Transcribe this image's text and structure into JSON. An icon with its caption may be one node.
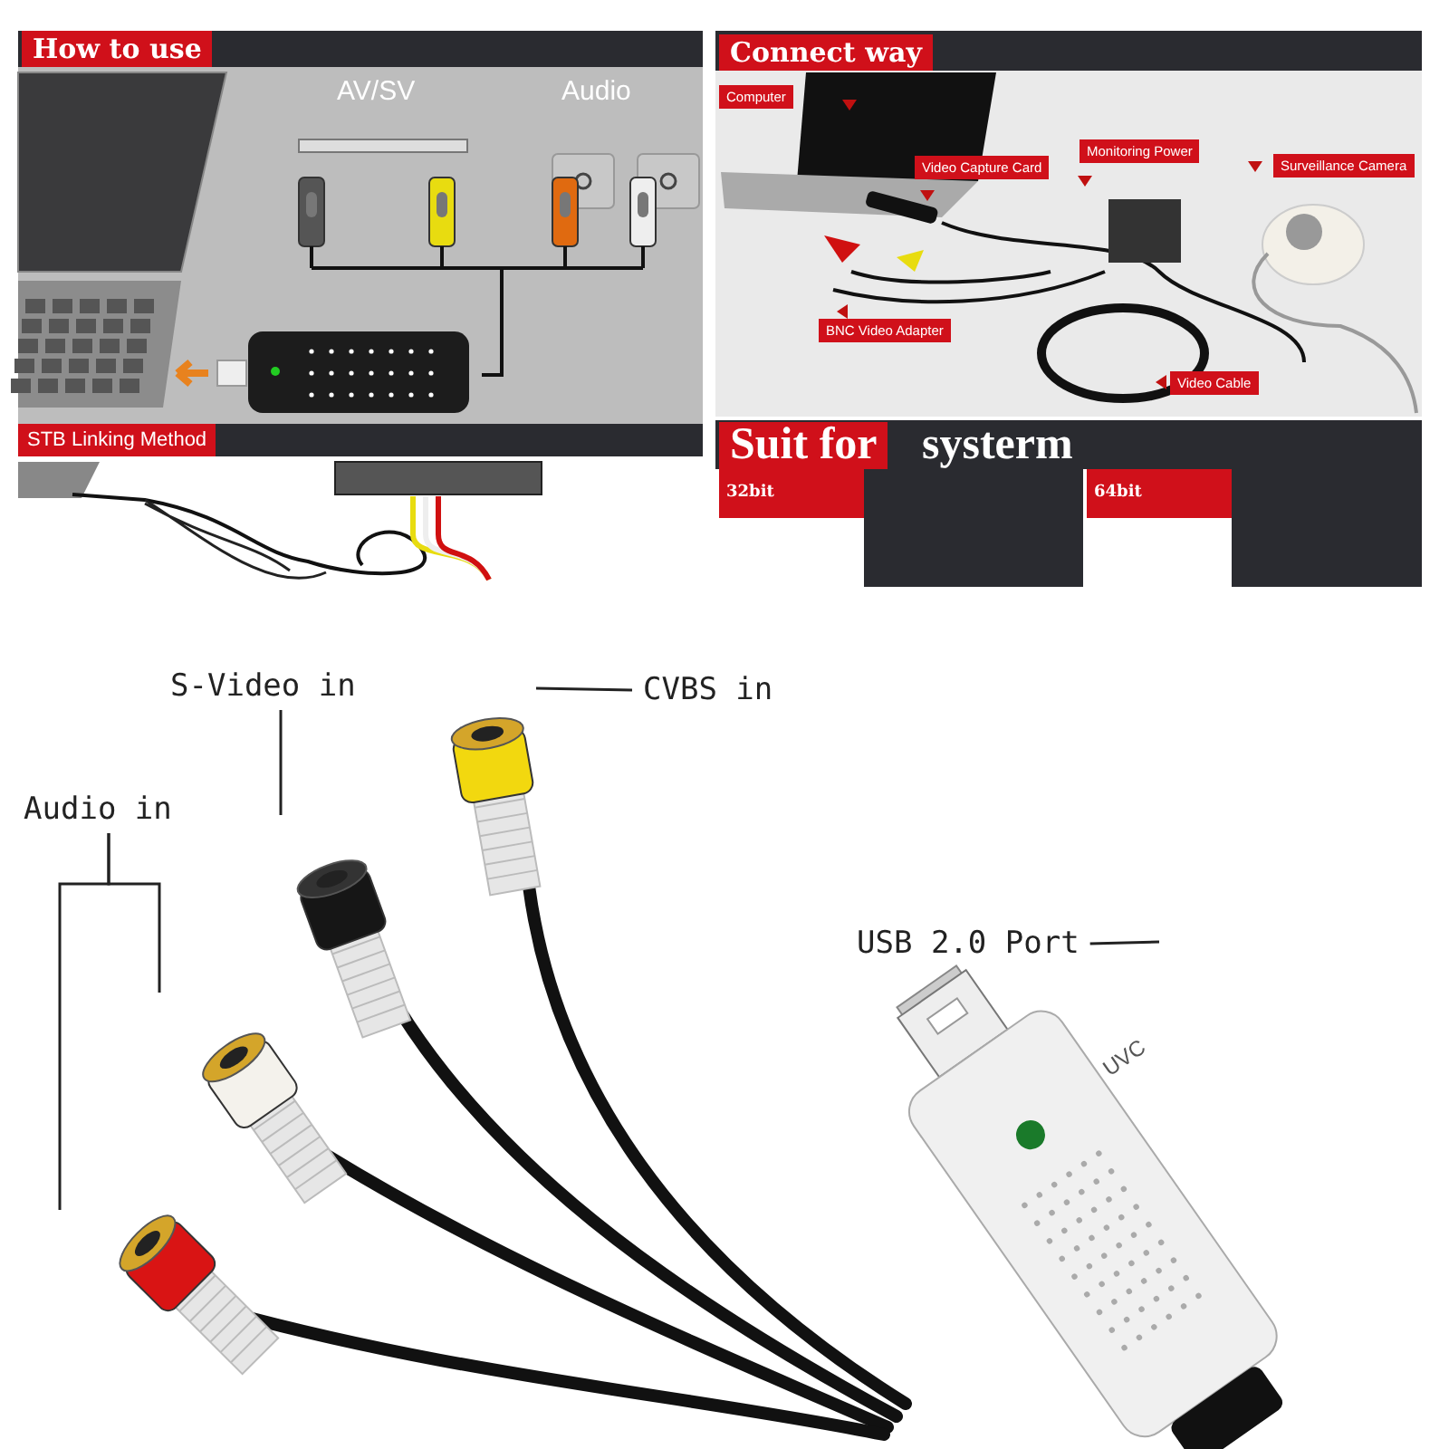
{
  "diagram": {
    "nodes": [
      {
        "text": [
          "S-Video in"
        ]
      },
      {
        "text": [
          "CVBS in"
        ]
      },
      {
        "text": [
          "Audio in"
        ]
      },
      {
        "text": [
          "USB 2.0 Port"
        ]
      }
    ],
    "edges": [
      {
        "from": 0,
        "to": null,
        "arrow": "none"
      },
      {
        "from": 1,
        "to": null,
        "arrow": "none"
      },
      {
        "from": 2,
        "to": null,
        "arrow": "none"
      },
      {
        "from": 2,
        "to": null,
        "arrow": "none"
      },
      {
        "from": 3,
        "to": null,
        "arrow": "none"
      }
    ],
    "labels": [
      "How to use",
      "AV/SV",
      "Audio",
      "Connect way",
      "Computer",
      "Video Capture Card",
      "Monitoring Power",
      "Surveillance Camera",
      "BNC Video Adapter",
      "Video Cable",
      "STB Linking Method",
      "Suit for",
      "systerm",
      "32bit",
      "64bit",
      "UVC"
    ]
  }
}
